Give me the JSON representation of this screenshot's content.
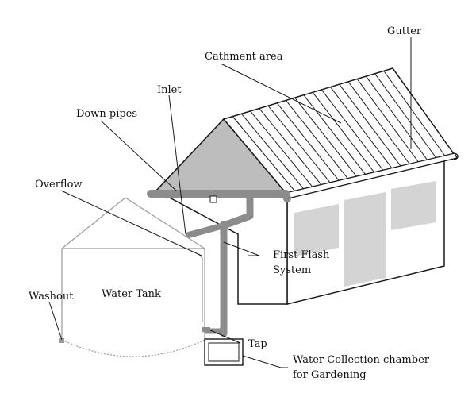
{
  "labels": {
    "gutter": "Gutter",
    "catchment": "Cathment area",
    "inlet": "Inlet",
    "down_pipes": "Down pipes",
    "overflow": "Overflow",
    "first_flash_1": "First Flash",
    "first_flash_2": "System",
    "washout": "Washout",
    "water_tank": "Water Tank",
    "tap": "Tap",
    "chamber_1": "Water Collection chamber",
    "chamber_2": "for Gardening"
  },
  "colors": {
    "line": "#1a1a1a",
    "gable": "#bdbdbd",
    "window": "#d4d4d4",
    "pipe": "#8c8c8c",
    "tank": "#9a9a9a"
  }
}
